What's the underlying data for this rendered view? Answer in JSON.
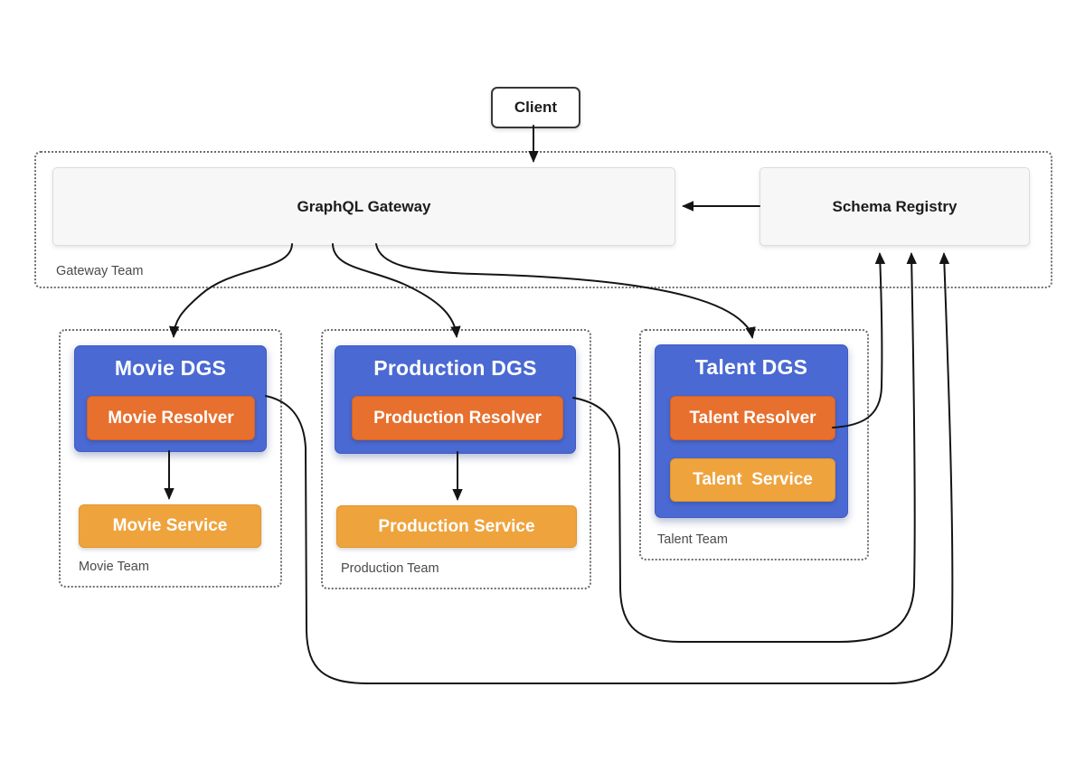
{
  "client": {
    "label": "Client"
  },
  "gateway_team": {
    "label": "Gateway Team",
    "gateway_label": "GraphQL Gateway",
    "schema_registry_label": "Schema Registry"
  },
  "teams": [
    {
      "team_label": "Movie Team",
      "dgs_label": "Movie DGS",
      "resolver_label": "Movie Resolver",
      "service_label": "Movie Service"
    },
    {
      "team_label": "Production Team",
      "dgs_label": "Production DGS",
      "resolver_label": "Production Resolver",
      "service_label": "Production Service"
    },
    {
      "team_label": "Talent Team",
      "dgs_label": "Talent DGS",
      "resolver_label": "Talent Resolver",
      "service_label": "Talent  Service"
    }
  ],
  "edges": [
    {
      "from": "Client",
      "to": "GraphQL Gateway"
    },
    {
      "from": "Schema Registry",
      "to": "GraphQL Gateway"
    },
    {
      "from": "GraphQL Gateway",
      "to": "Movie DGS"
    },
    {
      "from": "GraphQL Gateway",
      "to": "Production DGS"
    },
    {
      "from": "GraphQL Gateway",
      "to": "Talent DGS"
    },
    {
      "from": "Movie Resolver",
      "to": "Movie Service"
    },
    {
      "from": "Production Resolver",
      "to": "Production Service"
    },
    {
      "from": "Talent Resolver",
      "to": "Schema Registry"
    },
    {
      "from": "Production DGS",
      "to": "Schema Registry"
    },
    {
      "from": "Movie DGS",
      "to": "Schema Registry"
    }
  ],
  "colors": {
    "dgs_blue": "#4a69d2",
    "resolver_orange": "#e7702e",
    "service_amber": "#efa33d",
    "panel_gray": "#f7f7f8",
    "edge_black": "#151515"
  }
}
